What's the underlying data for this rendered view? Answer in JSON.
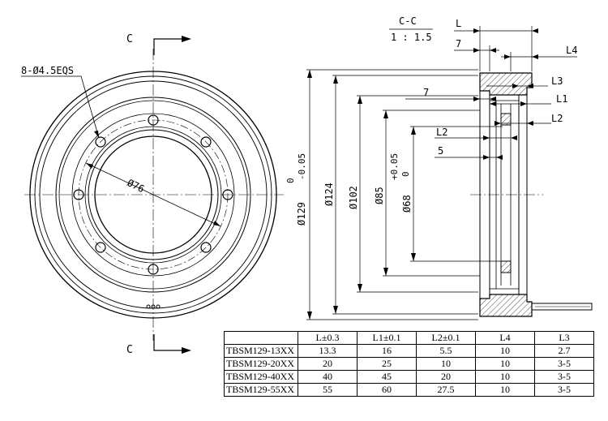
{
  "section_marks": {
    "top": "C",
    "bottom": "C"
  },
  "section_view": {
    "title": "C-C",
    "scale": "1 : 1.5"
  },
  "front_view_labels": {
    "holes": "8-Ø4.5EQS",
    "pcd": "Ø76"
  },
  "dimensions": {
    "outer": "Ø129",
    "outer_tol_upper": "0",
    "outer_tol_lower": "-0.05",
    "d124": "Ø124",
    "d102": "Ø102",
    "d85": "Ø85",
    "d68": "Ø68",
    "d68_tol_upper": "+0.05",
    "d68_tol_lower": "0",
    "dim7_top": "7",
    "dim7_mid": "7",
    "dim5": "5",
    "L": "L",
    "L1": "L1",
    "L2_right": "L2",
    "L2_left": "L2",
    "L3": "L3",
    "L4": "L4"
  },
  "table": {
    "headers": [
      "",
      "L±0.3",
      "L1±0.1",
      "L2±0.1",
      "L4",
      "L3"
    ],
    "rows": [
      [
        "TBSM129-13XX",
        "13.3",
        "16",
        "5.5",
        "10",
        "2.7"
      ],
      [
        "TBSM129-20XX",
        "20",
        "25",
        "10",
        "10",
        "3-5"
      ],
      [
        "TBSM129-40XX",
        "40",
        "45",
        "20",
        "10",
        "3-5"
      ],
      [
        "TBSM129-55XX",
        "55",
        "60",
        "27.5",
        "10",
        "3-5"
      ]
    ]
  }
}
